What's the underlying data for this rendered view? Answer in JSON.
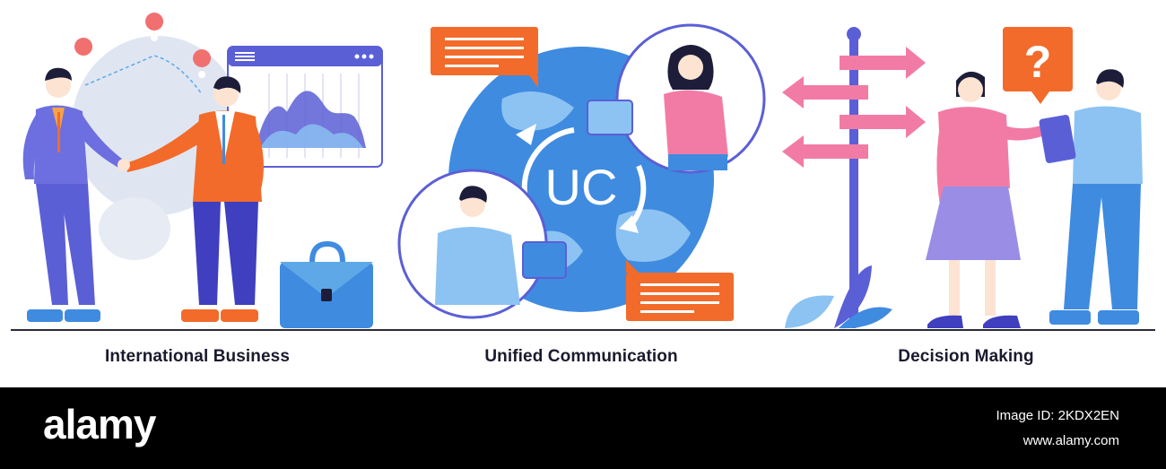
{
  "scenes": [
    {
      "caption": "International Business"
    },
    {
      "caption": "Unified Communication",
      "globe_text": "UC"
    },
    {
      "caption": "Decision Making",
      "bubble_symbol": "?"
    }
  ],
  "footer": {
    "brand": "alamy",
    "image_id": "Image ID: 2KDX2EN",
    "site": "www.alamy.com"
  },
  "colors": {
    "purple": "#5b5fd6",
    "blue": "#3f8be0",
    "light_blue": "#8cc3f2",
    "orange": "#f26b2a",
    "pink": "#f27ba6",
    "lavender": "#9a8de6"
  }
}
